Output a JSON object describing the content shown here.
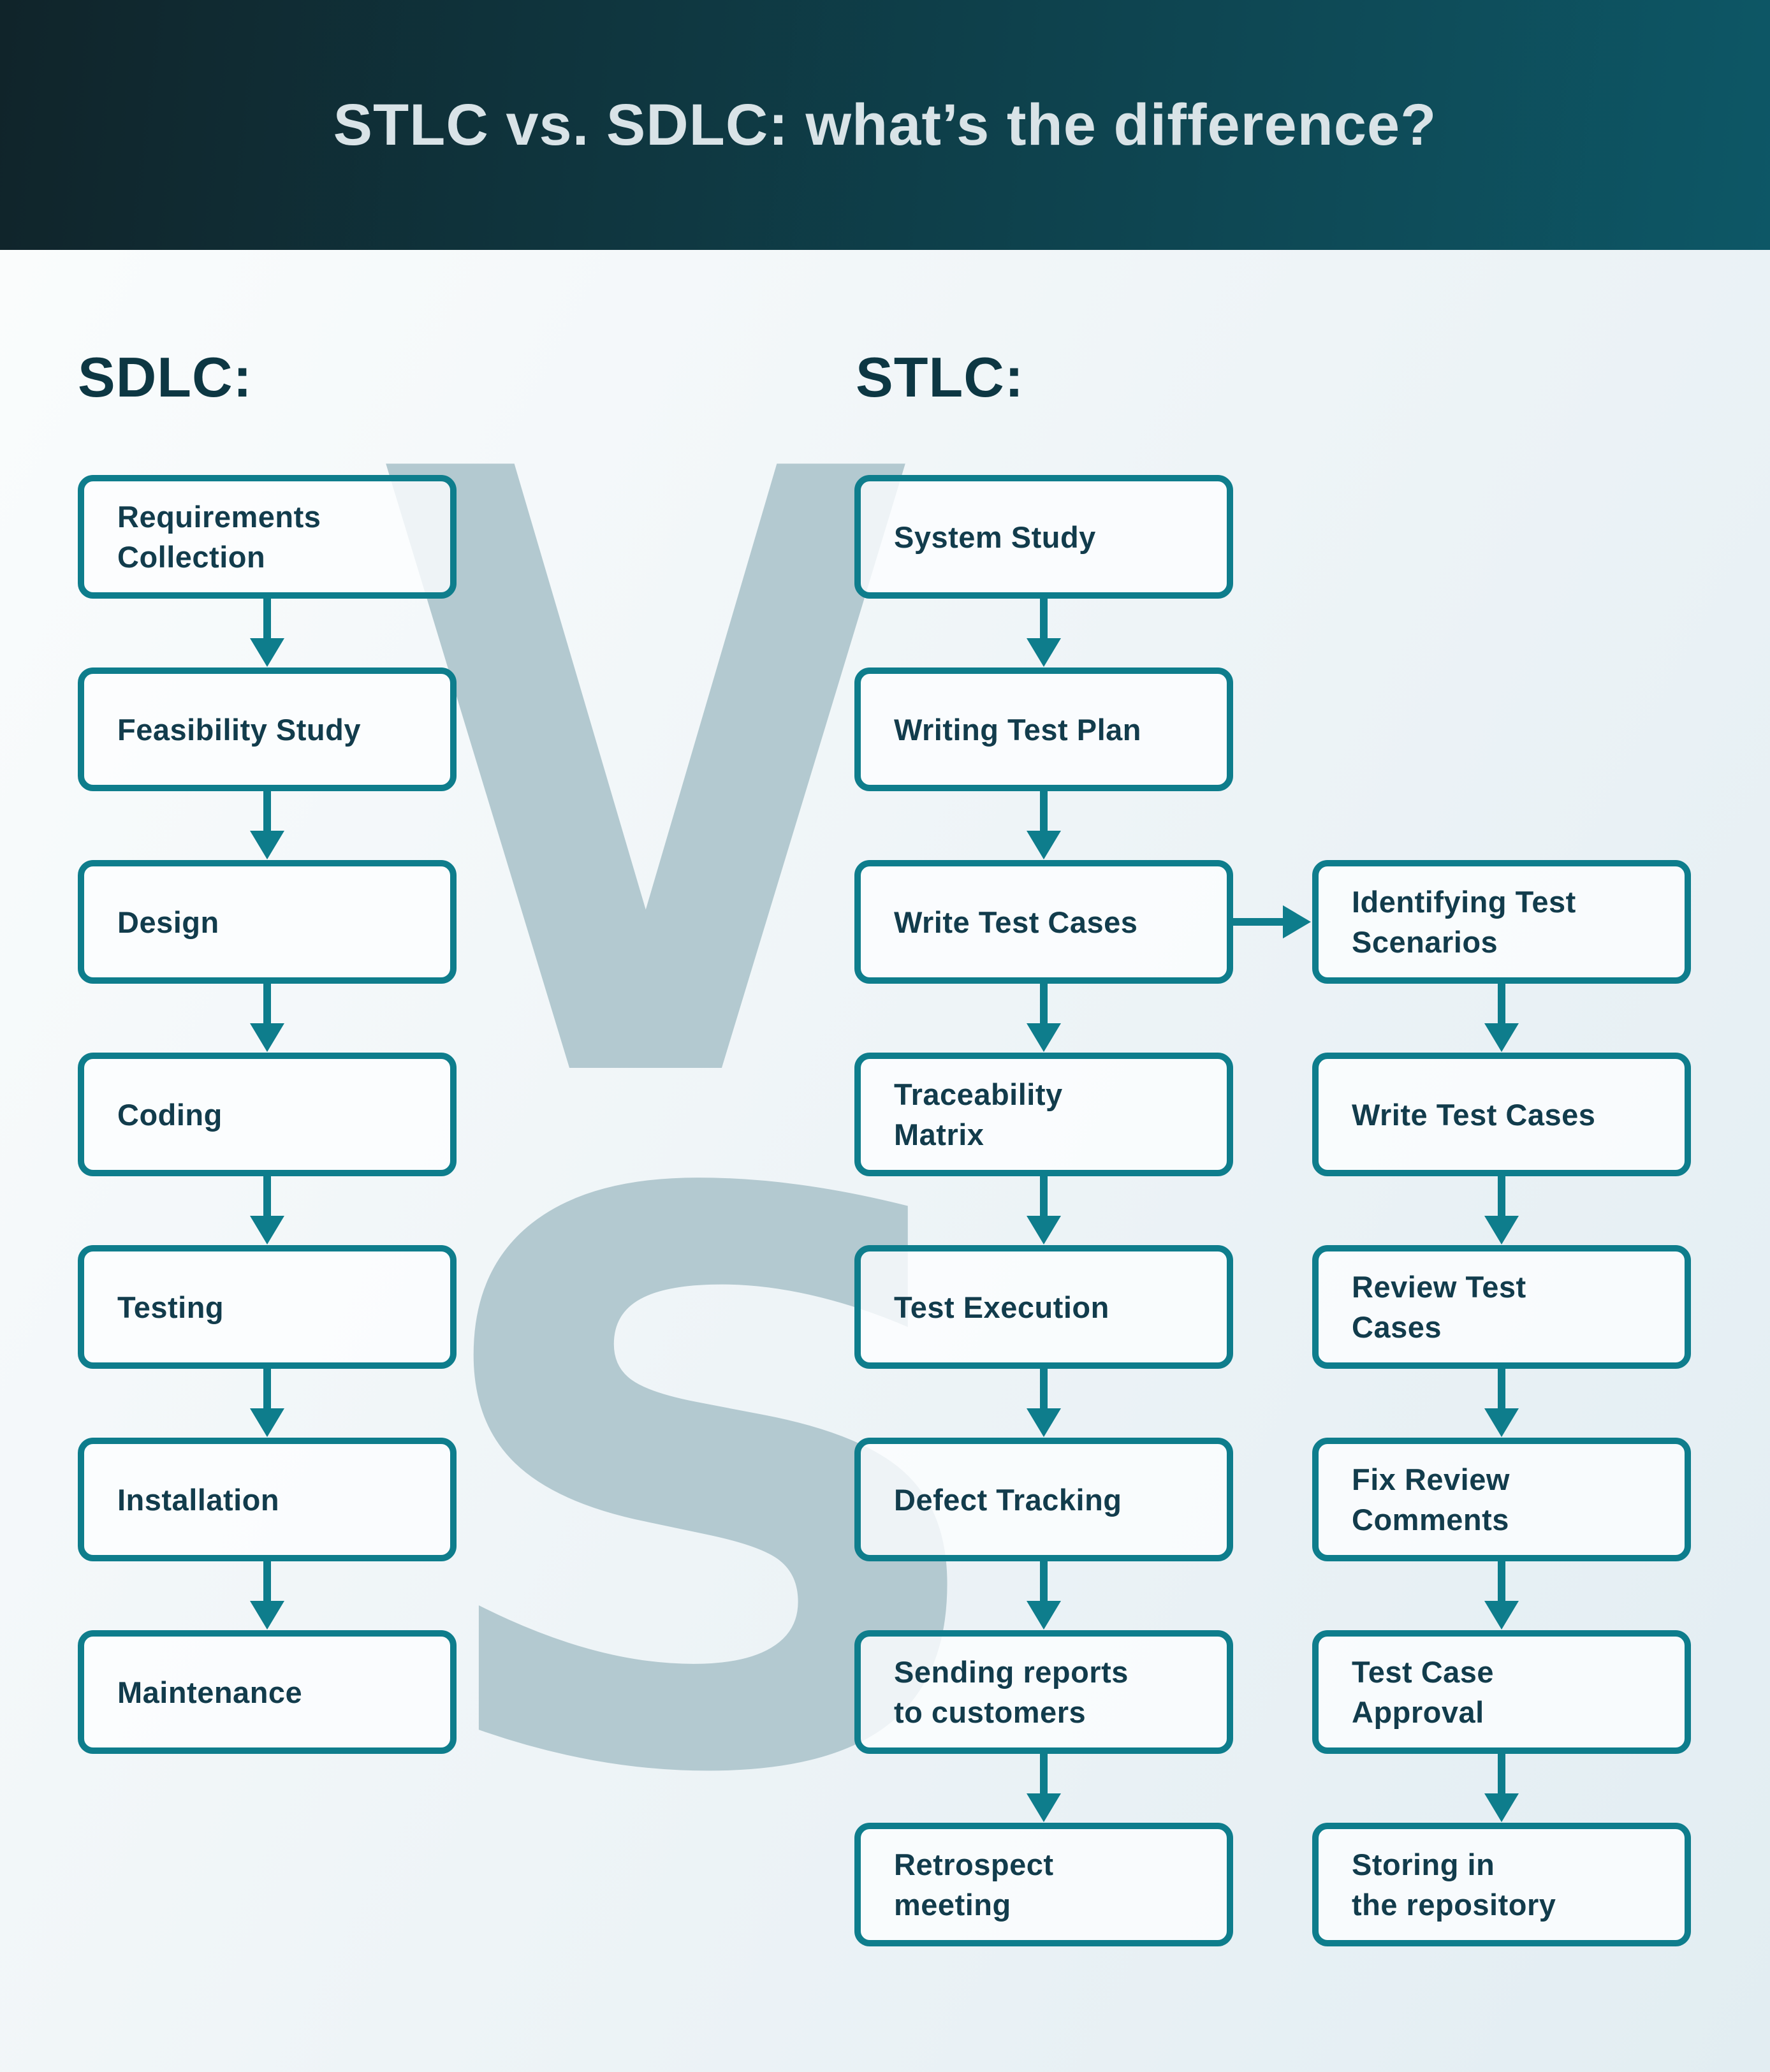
{
  "header": {
    "title": "STLC vs. SDLC: what’s the difference?"
  },
  "watermark": {
    "v": "V",
    "s": "S"
  },
  "colors": {
    "accent": "#0e7d8c",
    "box_text": "#123c4c",
    "heading_color": "#0d3743",
    "title_color": "#d9e3e7",
    "header_from": "#10242a",
    "header_to": "#0d5766",
    "watermark": "#b3c9d0",
    "bg_from": "#fbfdfd",
    "bg_to": "#e2edf2"
  },
  "sdlc": {
    "heading": "SDLC:",
    "steps": [
      "Requirements\nCollection",
      "Feasibility Study",
      "Design",
      "Coding",
      "Testing",
      "Installation",
      "Maintenance"
    ]
  },
  "stlc": {
    "heading": "STLC:",
    "main_steps": [
      "System Study",
      "Writing Test Plan",
      "Write Test Cases",
      "Traceability\nMatrix",
      "Test Execution",
      "Defect Tracking",
      "Sending reports\nto customers",
      "Retrospect\nmeeting"
    ],
    "sub_steps": [
      "Identifying Test\nScenarios",
      "Write Test Cases",
      "Review Test\nCases",
      "Fix Review\nComments",
      "Test Case\nApproval",
      "Storing in\nthe repository"
    ]
  }
}
